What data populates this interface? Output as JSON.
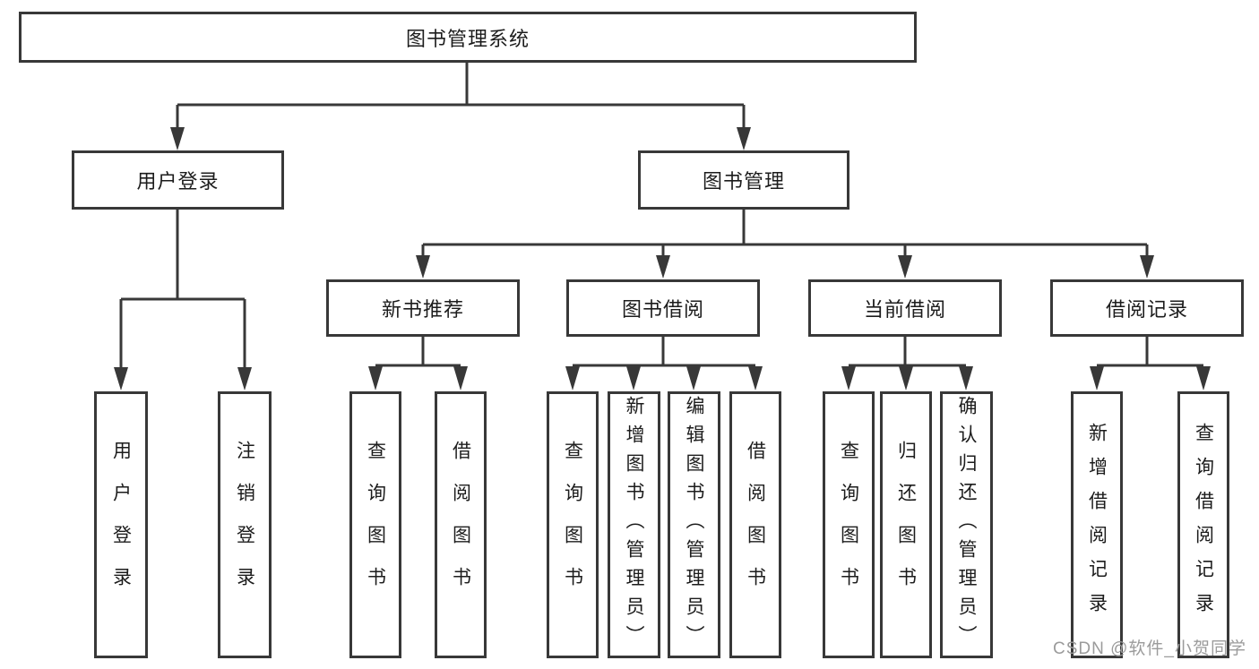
{
  "tree": {
    "label": "图书管理系统",
    "children": [
      {
        "label": "用户登录",
        "children": [
          {
            "label": "用户登录"
          },
          {
            "label": "注销登录"
          }
        ]
      },
      {
        "label": "图书管理",
        "children": [
          {
            "label": "新书推荐",
            "children": [
              {
                "label": "查询图书"
              },
              {
                "label": "借阅图书"
              }
            ]
          },
          {
            "label": "图书借阅",
            "children": [
              {
                "label": "查询图书"
              },
              {
                "label": "新增图书（管理员）"
              },
              {
                "label": "编辑图书（管理员）"
              },
              {
                "label": "借阅图书"
              }
            ]
          },
          {
            "label": "当前借阅",
            "children": [
              {
                "label": "查询图书"
              },
              {
                "label": "归还图书"
              },
              {
                "label": "确认归还（管理员）"
              }
            ]
          },
          {
            "label": "借阅记录",
            "children": [
              {
                "label": "新增借阅记录"
              },
              {
                "label": "查询借阅记录"
              }
            ]
          }
        ]
      }
    ]
  },
  "watermark": {
    "text": "CSDN @软件_小贺同学"
  },
  "colors": {
    "line": "#383838",
    "text": "#1c1c1c",
    "background": "#ffffff",
    "watermark": "#9b9b9b"
  }
}
